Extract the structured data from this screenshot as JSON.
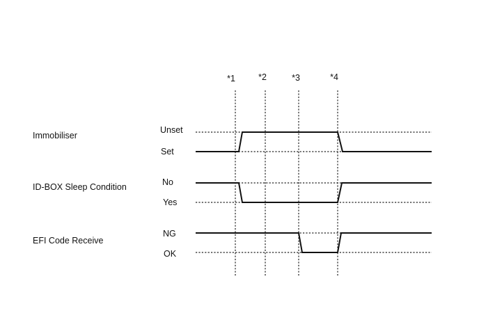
{
  "markers": [
    "*1",
    "*2",
    "*3",
    "*4"
  ],
  "signals": [
    {
      "name": "Immobiliser",
      "high_label": "Unset",
      "low_label": "Set"
    },
    {
      "name": "ID-BOX Sleep Condition",
      "high_label": "No",
      "low_label": "Yes"
    },
    {
      "name": "EFI Code Receive",
      "high_label": "NG",
      "low_label": "OK"
    }
  ]
}
